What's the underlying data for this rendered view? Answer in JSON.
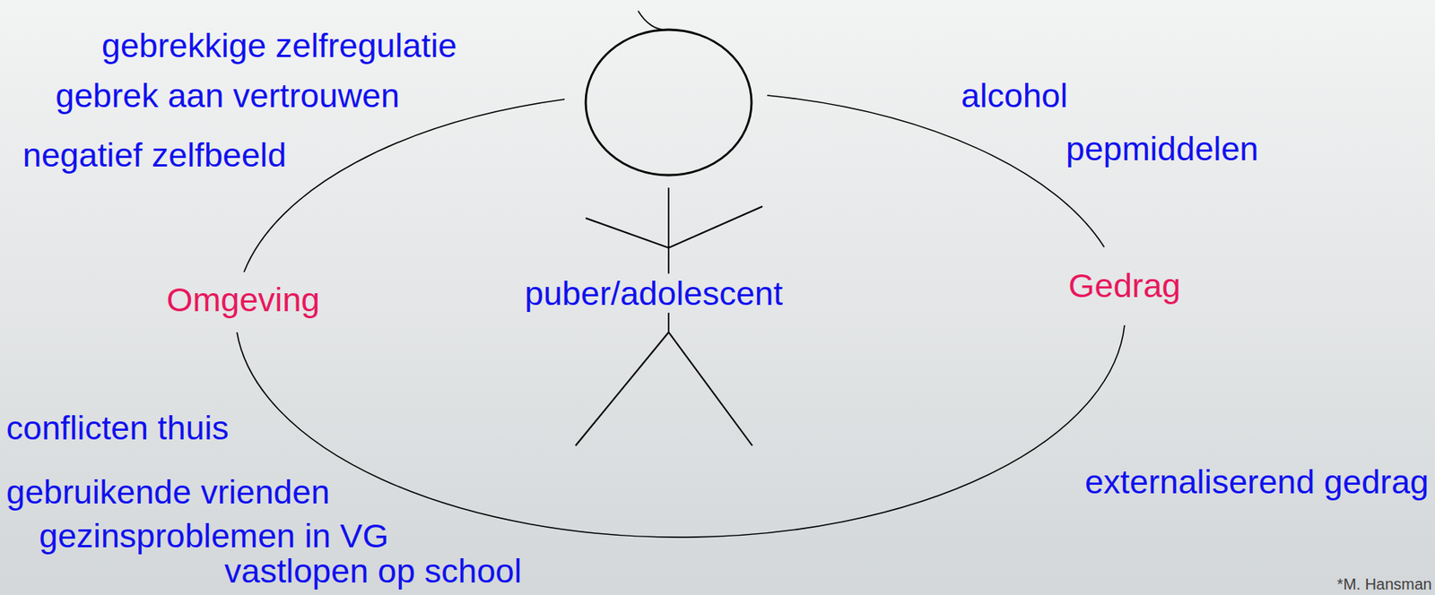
{
  "diagram": {
    "labels": [
      "gebrekkige zelfregulatie",
      "gebrek aan vertrouwen",
      "negatief zelfbeeld",
      "alcohol",
      "pepmiddelen",
      "Omgeving",
      "puber/adolescent",
      "Gedrag",
      "conflicten thuis",
      "gebruikende vrienden",
      "gezinsproblemen in VG",
      "vastlopen op school",
      "externaliserend gedrag",
      "*M. Hansman"
    ]
  }
}
